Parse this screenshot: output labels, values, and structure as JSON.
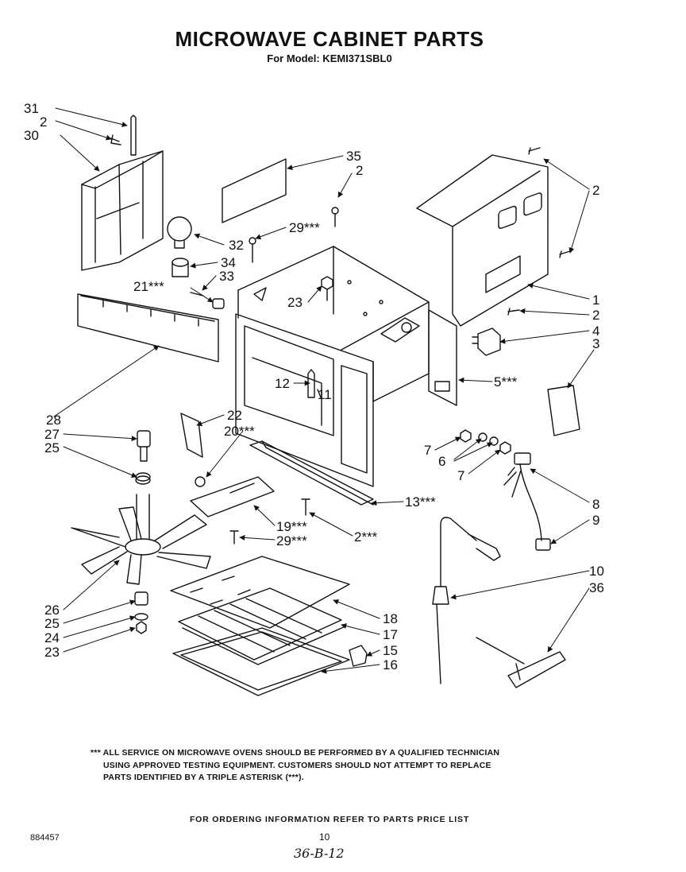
{
  "header": {
    "title": "MICROWAVE CABINET PARTS",
    "subtitle": "For Model: KEMI371SBL0"
  },
  "callouts": [
    "31",
    "2",
    "30",
    "35",
    "2",
    "29***",
    "32",
    "34",
    "33",
    "21***",
    "23",
    "2",
    "1",
    "2",
    "4",
    "3",
    "5***",
    "12",
    "11",
    "28",
    "22",
    "20***",
    "27",
    "25",
    "7",
    "6",
    "7",
    "13***",
    "8",
    "9",
    "19***",
    "29***",
    "2***",
    "10",
    "36",
    "26",
    "25",
    "24",
    "23",
    "18",
    "17",
    "15",
    "16"
  ],
  "footer": {
    "note_lines": [
      "*** ALL SERVICE ON MICROWAVE OVENS SHOULD BE PERFORMED BY A QUALIFIED TECHNICIAN",
      "USING APPROVED TESTING EQUIPMENT. CUSTOMERS SHOULD NOT ATTEMPT TO REPLACE",
      "PARTS IDENTIFIED BY A TRIPLE ASTERISK (***)."
    ],
    "ordering": "FOR ORDERING INFORMATION REFER TO PARTS PRICE LIST",
    "doc_number": "884457",
    "page_number": "10",
    "handwritten": "36-B-12"
  }
}
